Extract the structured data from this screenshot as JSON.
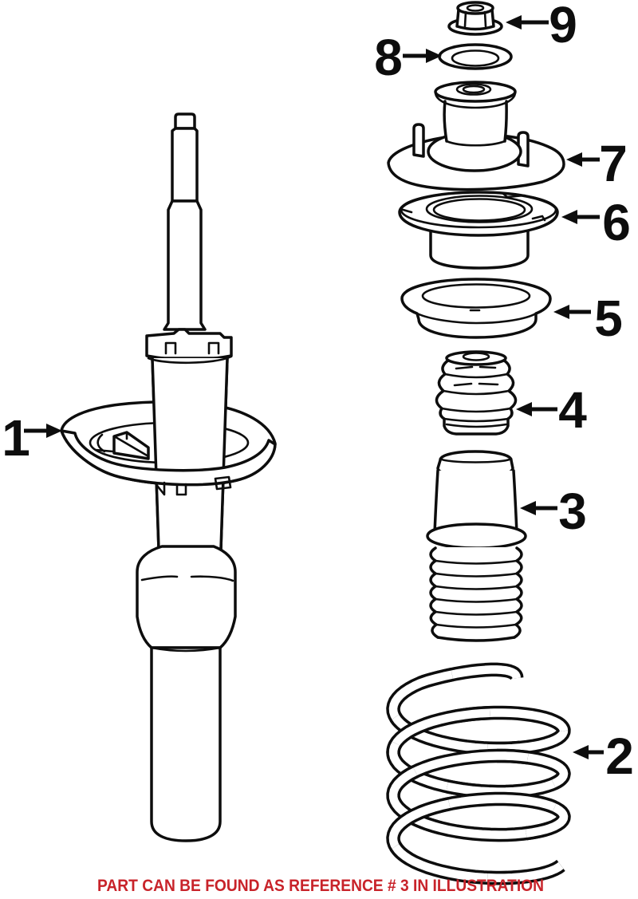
{
  "diagram": {
    "type": "exploded-parts-illustration",
    "background": "#ffffff",
    "line_color": "#0d0d0d",
    "callouts": [
      {
        "number": "1"
      },
      {
        "number": "2"
      },
      {
        "number": "3"
      },
      {
        "number": "4"
      },
      {
        "number": "5"
      },
      {
        "number": "6"
      },
      {
        "number": "7"
      },
      {
        "number": "8"
      },
      {
        "number": "9"
      }
    ],
    "caption": {
      "text": "PART CAN BE FOUND AS REFERENCE # 3 IN ILLUSTRATION",
      "color": "#c8232a"
    }
  }
}
